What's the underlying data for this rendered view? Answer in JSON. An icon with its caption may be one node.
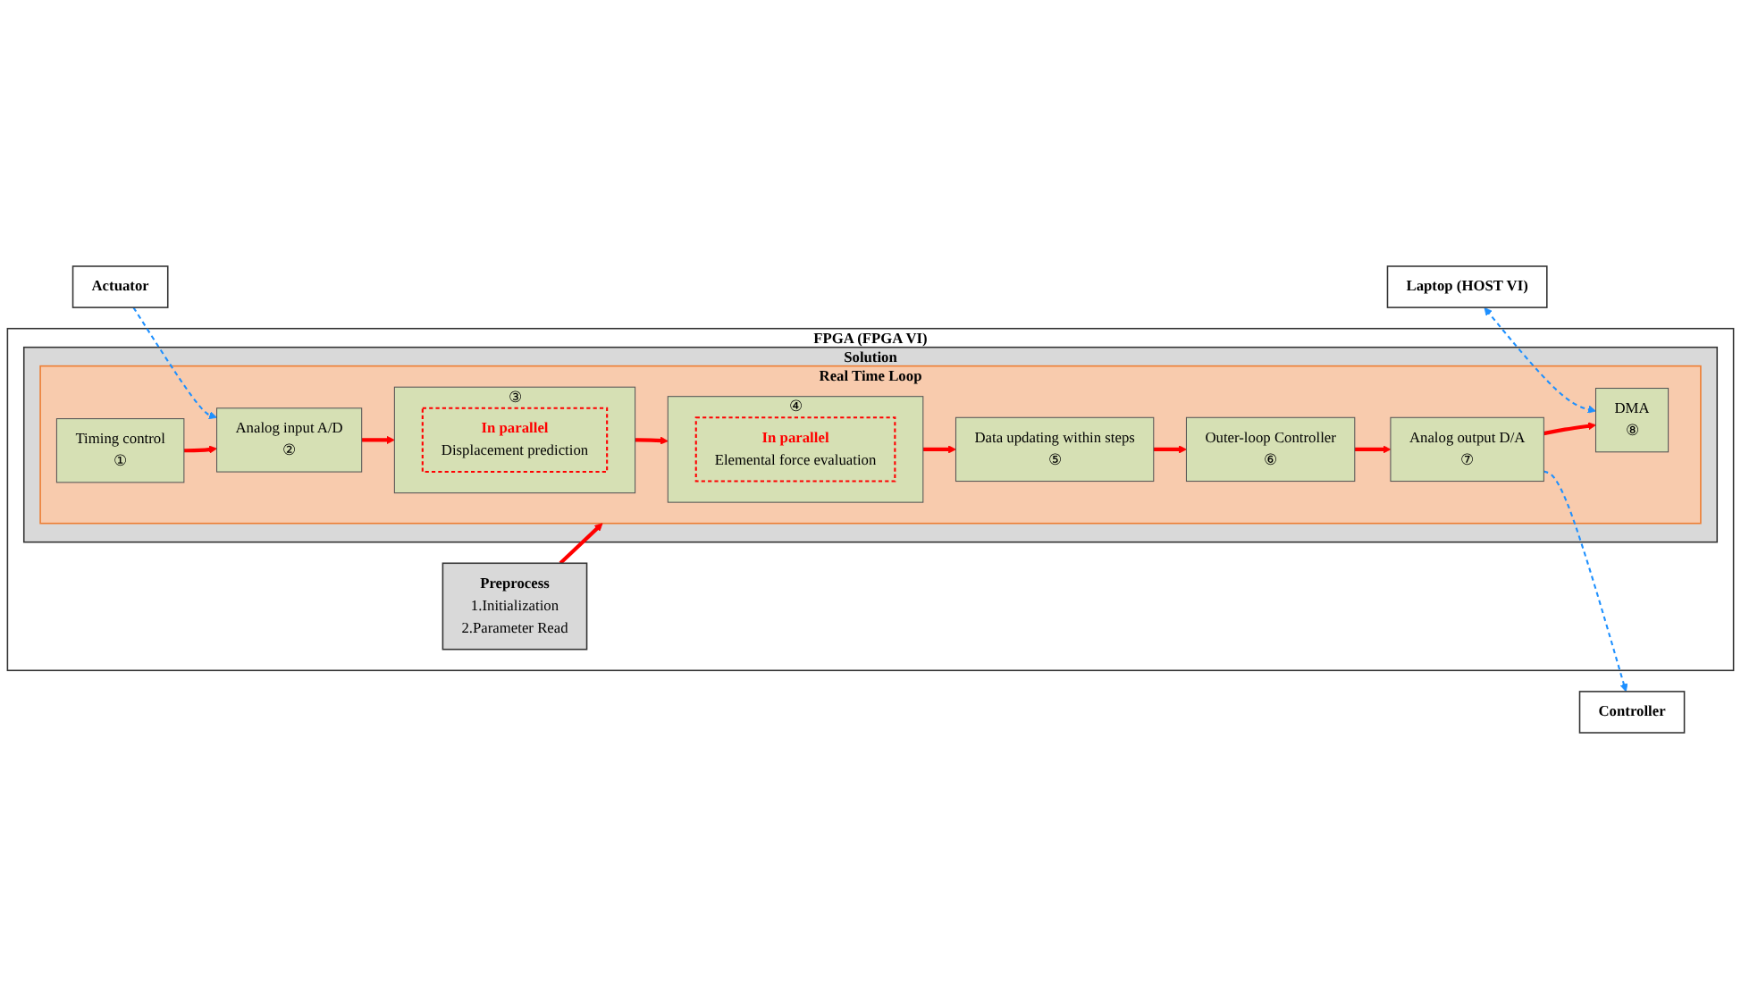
{
  "diagram": {
    "nodes": [
      {
        "text": [
          "Laptop (HOST VI)"
        ]
      },
      {
        "text": [
          "FPGA (FPGA VI)"
        ]
      },
      {
        "text": [
          "Preprocess",
          "1.Initialization",
          "2.Parameter Read"
        ],
        "in": 1
      },
      {
        "text": [
          "Solution"
        ],
        "in": 1
      },
      {
        "text": [
          "Real Time Loop"
        ],
        "in": 3
      },
      {
        "text": [
          "Timing control",
          "①"
        ],
        "in": 4
      },
      {
        "text": [
          "Analog input A/D",
          "②"
        ],
        "in": 4
      },
      {
        "text": [
          "③"
        ],
        "in": 4
      },
      {
        "text": [
          "In parallel",
          "Displacement prediction"
        ],
        "in": 7
      },
      {
        "text": [
          "④"
        ],
        "in": 4
      },
      {
        "text": [
          "In parallel",
          "Elemental force evaluation"
        ],
        "in": 9
      },
      {
        "text": [
          "Data updating within steps",
          "⑤"
        ],
        "in": 4
      },
      {
        "text": [
          "Outer-loop Controller",
          "⑥"
        ],
        "in": 4
      },
      {
        "text": [
          "Analog output D/A",
          "⑦"
        ],
        "in": 4
      },
      {
        "text": [
          "DMA",
          "⑧"
        ],
        "in": 4
      },
      {
        "text": [
          "Actuator"
        ]
      },
      {
        "text": [
          "Controller"
        ]
      }
    ],
    "edges": [
      {
        "from": 2,
        "to": 4,
        "arrow": "to"
      },
      {
        "from": 5,
        "to": 6,
        "arrow": "to"
      },
      {
        "from": 6,
        "to": 7,
        "arrow": "to"
      },
      {
        "from": 7,
        "to": 9,
        "arrow": "to"
      },
      {
        "from": 9,
        "to": 11,
        "arrow": "to"
      },
      {
        "from": 11,
        "to": 12,
        "arrow": "to"
      },
      {
        "from": 12,
        "to": 13,
        "arrow": "to"
      },
      {
        "from": 13,
        "to": 14,
        "arrow": "to"
      },
      {
        "from": 0,
        "to": 14,
        "arrow": "both",
        "style": "dashed",
        "color": "#1e90ff"
      },
      {
        "from": 15,
        "to": 6,
        "arrow": "to",
        "style": "dashed",
        "color": "#1e90ff"
      },
      {
        "from": 13,
        "to": 16,
        "arrow": "to",
        "style": "dashed",
        "color": "#1e90ff"
      }
    ]
  }
}
